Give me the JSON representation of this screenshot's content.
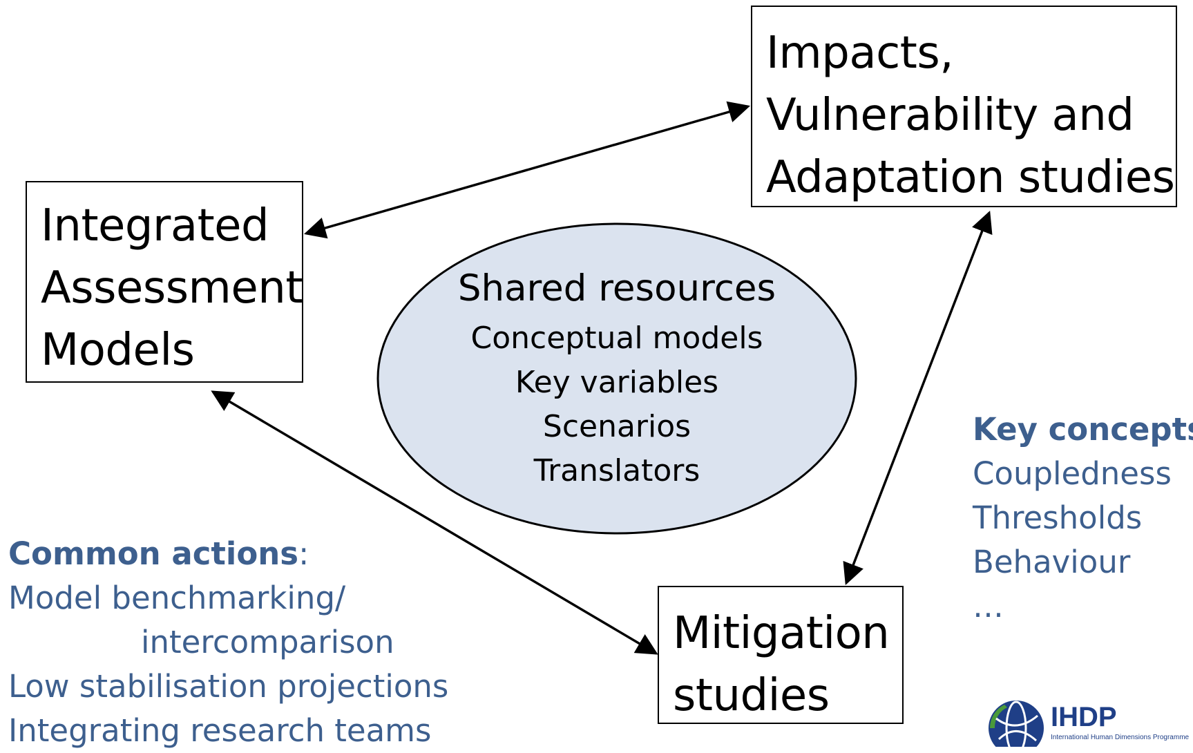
{
  "boxes": {
    "integrated": [
      "Integrated",
      "Assessment",
      "Models"
    ],
    "impacts": [
      "Impacts,",
      "Vulnerability and",
      "Adaptation studies"
    ],
    "mitigation": [
      "Mitigation",
      "studies"
    ]
  },
  "ellipse": {
    "title": "Shared resources",
    "items": [
      "Conceptual models",
      "Key variables",
      "Scenarios",
      "Translators"
    ],
    "fill": "#dbe3ef"
  },
  "common_actions": {
    "heading": "Common actions",
    "suffix": ":",
    "lines": [
      "Model benchmarking/",
      "intercomparison",
      "Low stabilisation projections",
      "Integrating research teams"
    ]
  },
  "key_concepts": {
    "heading": "Key concepts",
    "suffix": ":",
    "lines": [
      "Coupledness",
      "Thresholds",
      "Behaviour",
      "…"
    ]
  },
  "logo": {
    "name": "IHDP",
    "subtitle": "International Human Dimensions Programme"
  },
  "colors": {
    "accent_text": "#3d5f8e",
    "logo_blue": "#1f3f87",
    "logo_green": "#4a9a3a"
  }
}
